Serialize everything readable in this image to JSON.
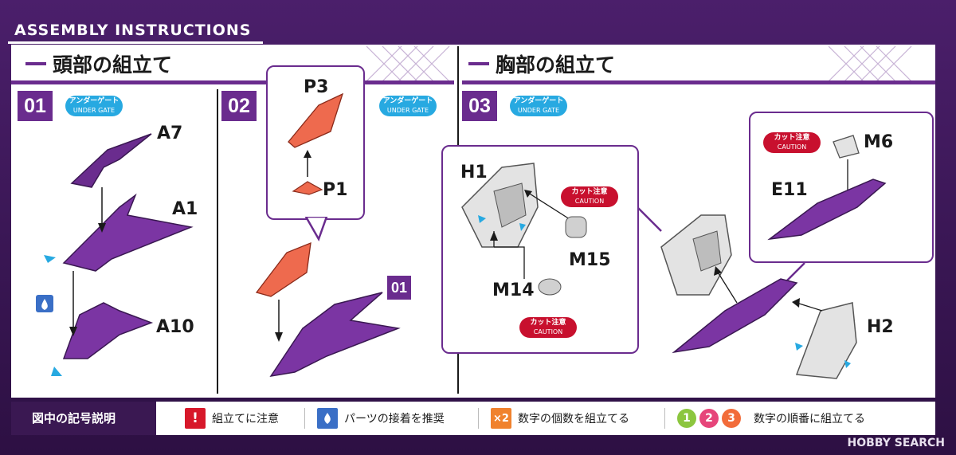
{
  "header": {
    "title": "ASSEMBLY INSTRUCTIONS"
  },
  "sections": [
    {
      "title": "頭部の組立て"
    },
    {
      "title": "胸部の組立て"
    }
  ],
  "steps": [
    {
      "number": "01"
    },
    {
      "number": "02"
    },
    {
      "number": "03"
    }
  ],
  "under_gate": {
    "jp": "アンダーゲート",
    "en": "UNDER GATE"
  },
  "caution": {
    "jp": "カット注意",
    "en": "CAUTION"
  },
  "step01": {
    "parts": [
      "A7",
      "A1",
      "A10"
    ]
  },
  "step02": {
    "parts": [
      "P3",
      "P1"
    ],
    "ref": "01"
  },
  "step03": {
    "parts": [
      "H1",
      "M15",
      "M14",
      "M6",
      "E11",
      "H2"
    ]
  },
  "legend": {
    "title": "図中の記号説明",
    "items": [
      {
        "symbol": "!",
        "label": "組立てに注意",
        "color": "#d7182a"
      },
      {
        "symbol": "drop",
        "label": "パーツの接着を推奨",
        "color": "#3a6fc6"
      },
      {
        "symbol": "×2",
        "label": "数字の個数を組立てる",
        "color": "#f0822d"
      },
      {
        "symbol": "123",
        "label": "数字の順番に組立てる",
        "numbers": [
          "1",
          "2",
          "3"
        ],
        "colors": [
          "#8cc63f",
          "#e6457a",
          "#f26c3a"
        ]
      }
    ]
  },
  "watermark": "HOBBY SEARCH"
}
